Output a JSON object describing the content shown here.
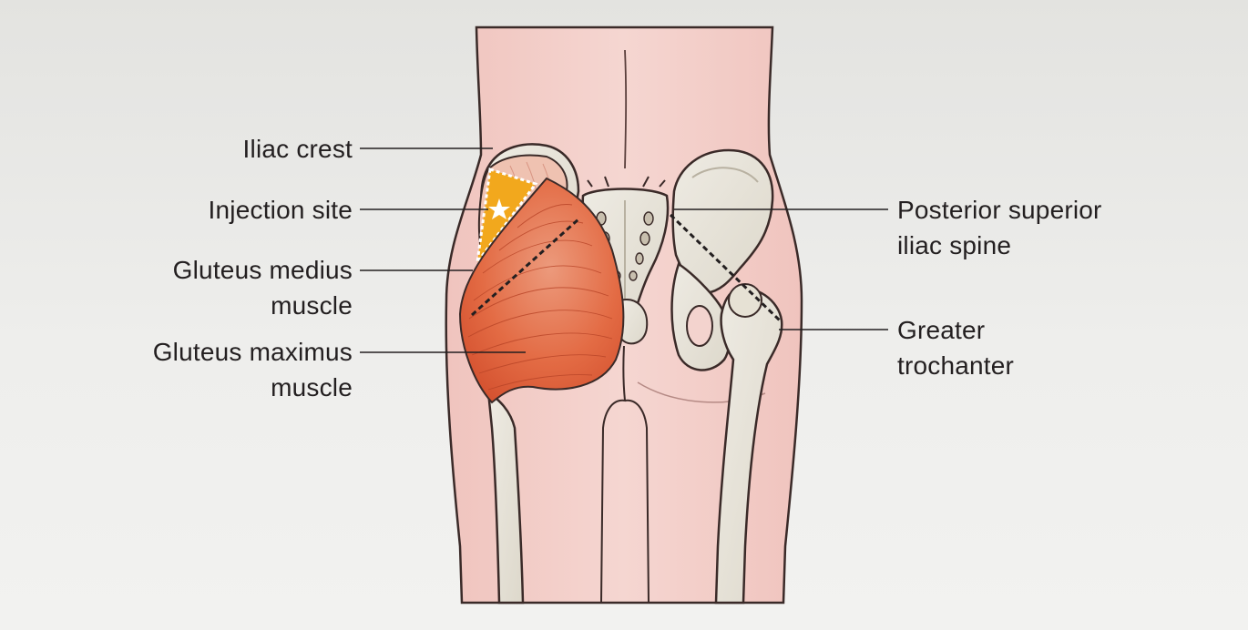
{
  "labels": {
    "iliac_crest": "Iliac crest",
    "injection_site": "Injection site",
    "gluteus_medius": "Gluteus medius\nmuscle",
    "gluteus_maximus": "Gluteus maximus\nmuscle",
    "posterior_superior_iliac_spine": "Posterior superior\niliac spine",
    "greater_trochanter": "Greater\ntrochanter"
  },
  "colors": {
    "background": "#e9e9e7",
    "skin": "#f3cfca",
    "bone": "#e7e3d8",
    "muscle_maximus": "#e2623c",
    "muscle_medius": "#eeb9a5",
    "injection_site": "#f2a81d",
    "leader_line": "#231f20"
  },
  "icons": {
    "injection_marker": "star-icon"
  }
}
